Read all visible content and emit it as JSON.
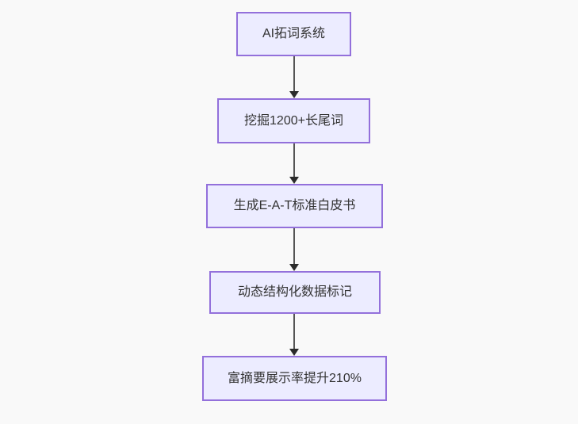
{
  "diagram": {
    "type": "flowchart",
    "direction": "top-down",
    "colors": {
      "background": "#f9f9f9",
      "node_fill": "#ececff",
      "node_border": "#9370db",
      "edge_color": "#555555",
      "arrow_head": "#2b2b2b",
      "text_color": "#333333"
    },
    "nodes": [
      {
        "label": "AI拓词系统"
      },
      {
        "label": "挖掘1200+长尾词"
      },
      {
        "label": "生成E-A-T标准白皮书"
      },
      {
        "label": "动态结构化数据标记"
      },
      {
        "label": "富摘要展示率提升210%"
      }
    ],
    "edges": [
      {
        "from": "AI拓词系统",
        "to": "挖掘1200+长尾词"
      },
      {
        "from": "挖掘1200+长尾词",
        "to": "生成E-A-T标准白皮书"
      },
      {
        "from": "生成E-A-T标准白皮书",
        "to": "动态结构化数据标记"
      },
      {
        "from": "动态结构化数据标记",
        "to": "富摘要展示率提升210%"
      }
    ]
  }
}
